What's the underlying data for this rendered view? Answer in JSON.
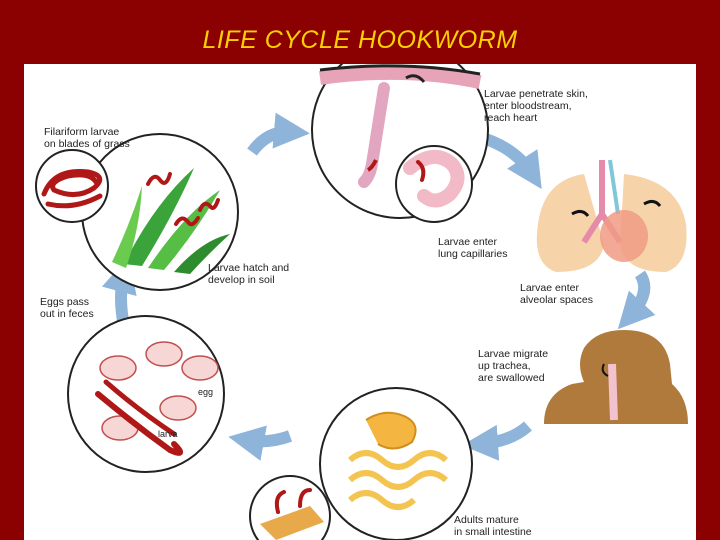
{
  "title": "LIFE CYCLE HOOKWORM",
  "colors": {
    "background": "#8b0000",
    "title": "#ffd000",
    "arrow": "#8fb4d9",
    "worm": "#b01818",
    "lung": "#f6d3a8",
    "body": "#b07a3c"
  },
  "stages": {
    "filariform": "Filariform larvae\non blades of grass",
    "penetrate": "Larvae penetrate skin,\nenter bloodstream,\nreach heart",
    "lung_capillaries": "Larvae enter\nlung capillaries",
    "alveolar": "Larvae enter\nalveolar spaces",
    "trachea": "Larvae migrate\nup trachea,\nare swallowed",
    "adults": "Adults mature\nin small intestine",
    "eggs_pass": "Eggs pass\nout in feces",
    "hatch": "Larvae hatch and\ndevelop in soil"
  },
  "inset_labels": {
    "egg": "egg",
    "larva": "larva"
  }
}
